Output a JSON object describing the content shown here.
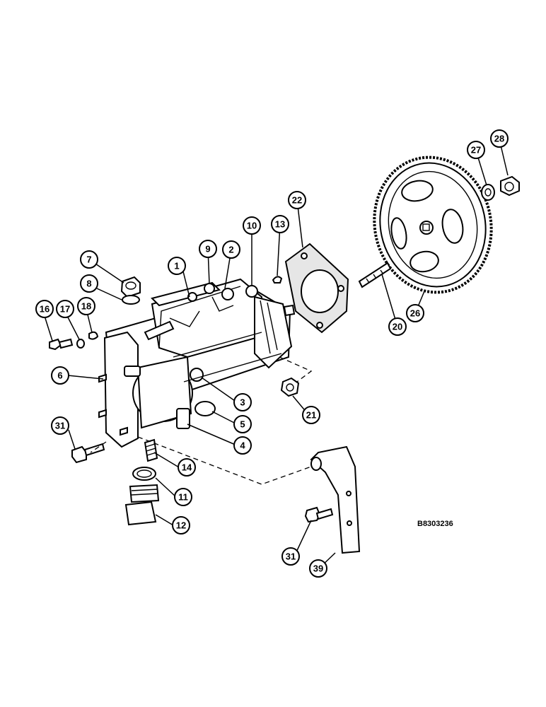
{
  "drawing_code": "B8303236",
  "callouts": [
    {
      "id": "c1",
      "label": "1"
    },
    {
      "id": "c2",
      "label": "2"
    },
    {
      "id": "c3",
      "label": "3"
    },
    {
      "id": "c4",
      "label": "4"
    },
    {
      "id": "c5",
      "label": "5"
    },
    {
      "id": "c6",
      "label": "6"
    },
    {
      "id": "c7",
      "label": "7"
    },
    {
      "id": "c8",
      "label": "8"
    },
    {
      "id": "c9",
      "label": "9"
    },
    {
      "id": "c10",
      "label": "10"
    },
    {
      "id": "c11",
      "label": "11"
    },
    {
      "id": "c12",
      "label": "12"
    },
    {
      "id": "c13",
      "label": "13"
    },
    {
      "id": "c14",
      "label": "14"
    },
    {
      "id": "c16",
      "label": "16"
    },
    {
      "id": "c17",
      "label": "17"
    },
    {
      "id": "c18",
      "label": "18"
    },
    {
      "id": "c20",
      "label": "20"
    },
    {
      "id": "c21",
      "label": "21"
    },
    {
      "id": "c22",
      "label": "22"
    },
    {
      "id": "c26",
      "label": "26"
    },
    {
      "id": "c27",
      "label": "27"
    },
    {
      "id": "c28",
      "label": "28"
    },
    {
      "id": "c31a",
      "label": "31"
    },
    {
      "id": "c31b",
      "label": "31"
    },
    {
      "id": "c39",
      "label": "39"
    }
  ]
}
